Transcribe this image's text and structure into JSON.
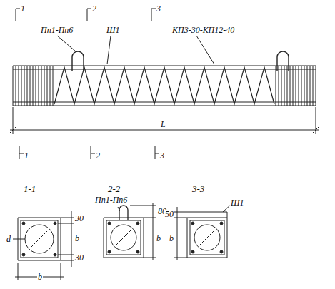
{
  "diagram": {
    "labels": [
      "1",
      "2",
      "3",
      "Пп1-Пп6",
      "Ш1",
      "КП3-30-КП12-40",
      "L",
      "1",
      "2",
      "3",
      "1-1",
      "2-2",
      "3-3",
      "30",
      "30",
      "d",
      "b",
      "b",
      "Пп1-Пп6",
      "80",
      "b",
      "50",
      "b",
      "Ш1"
    ]
  }
}
